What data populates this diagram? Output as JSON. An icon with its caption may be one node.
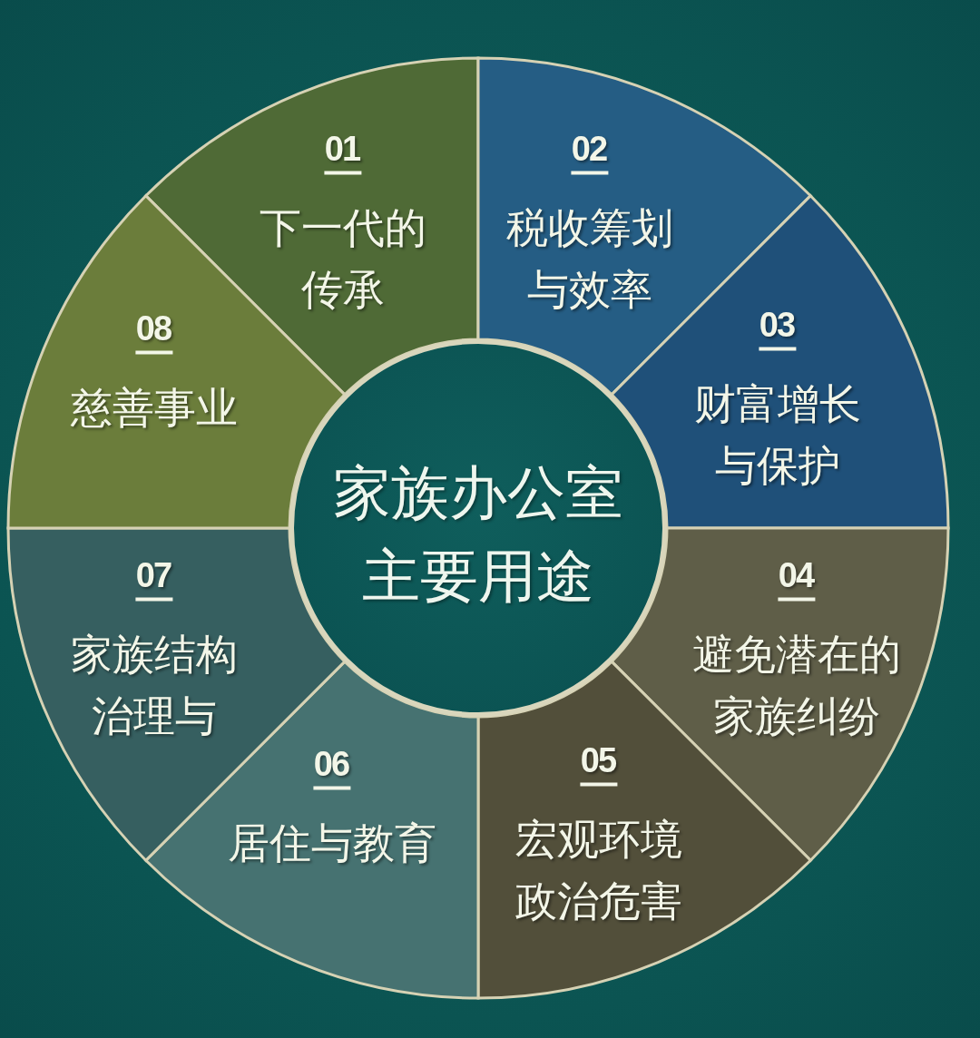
{
  "diagram": {
    "nodes": [
      {
        "text": [
          "家族办公室主要用途"
        ]
      },
      {
        "text": [
          "01",
          "下一代的传承"
        ]
      },
      {
        "text": [
          "02",
          "税收筹划与效率"
        ]
      },
      {
        "text": [
          "03",
          "财富增长与保护"
        ]
      },
      {
        "text": [
          "04",
          "避免潜在的家族纠纷"
        ]
      },
      {
        "text": [
          "05",
          "宏观环境政治危害"
        ]
      },
      {
        "text": [
          "06",
          "居住与教育"
        ]
      },
      {
        "text": [
          "07",
          "家族结构治理与"
        ]
      },
      {
        "text": [
          "08",
          "慈善事业"
        ]
      }
    ]
  }
}
